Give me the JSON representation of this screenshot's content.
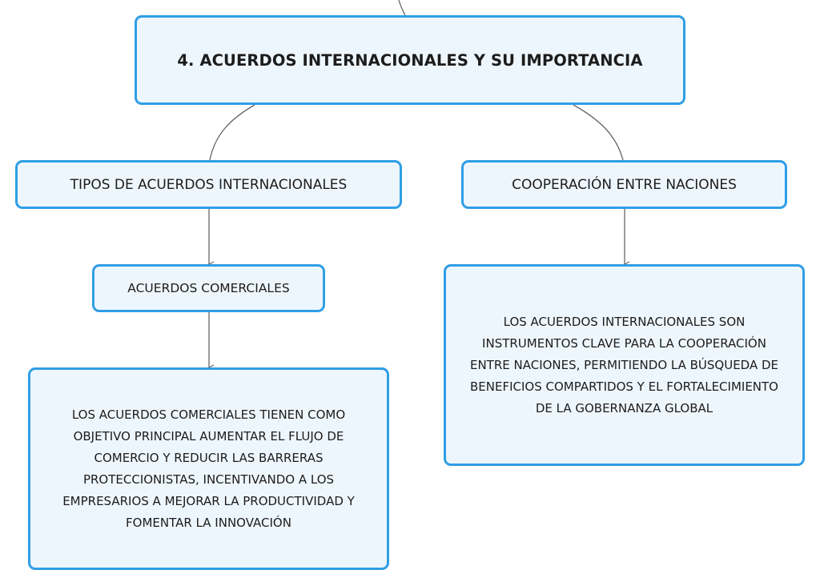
{
  "colors": {
    "node_border": "#2f9ee6",
    "node_fill": "#eef6fd",
    "connector": "#666666",
    "text": "#1c1c1c"
  },
  "nodes": {
    "root": {
      "label": "4. ACUERDOS INTERNACIONALES Y SU IMPORTANCIA"
    },
    "tipos": {
      "label": "TIPOS DE ACUERDOS INTERNACIONALES"
    },
    "cooperacion": {
      "label": "COOPERACIÓN ENTRE NACIONES"
    },
    "comerciales": {
      "label": "ACUERDOS COMERCIALES"
    },
    "comerciales_descripcion": {
      "lines": [
        "LOS ACUERDOS COMERCIALES TIENEN COMO",
        "OBJETIVO PRINCIPAL AUMENTAR EL FLUJO DE",
        "COMERCIO Y REDUCIR LAS BARRERAS",
        "PROTECCIONISTAS, INCENTIVANDO A LOS",
        "EMPRESARIOS A MEJORAR LA PRODUCTIVIDAD Y",
        "FOMENTAR LA INNOVACIÓN"
      ]
    },
    "cooperacion_descripcion": {
      "lines": [
        "LOS ACUERDOS INTERNACIONALES SON",
        "INSTRUMENTOS CLAVE PARA LA COOPERACIÓN",
        "ENTRE NACIONES, PERMITIENDO LA BÚSQUEDA DE",
        "BENEFICIOS COMPARTIDOS Y EL FORTALECIMIENTO",
        "DE LA GOBERNANZA GLOBAL"
      ]
    }
  }
}
